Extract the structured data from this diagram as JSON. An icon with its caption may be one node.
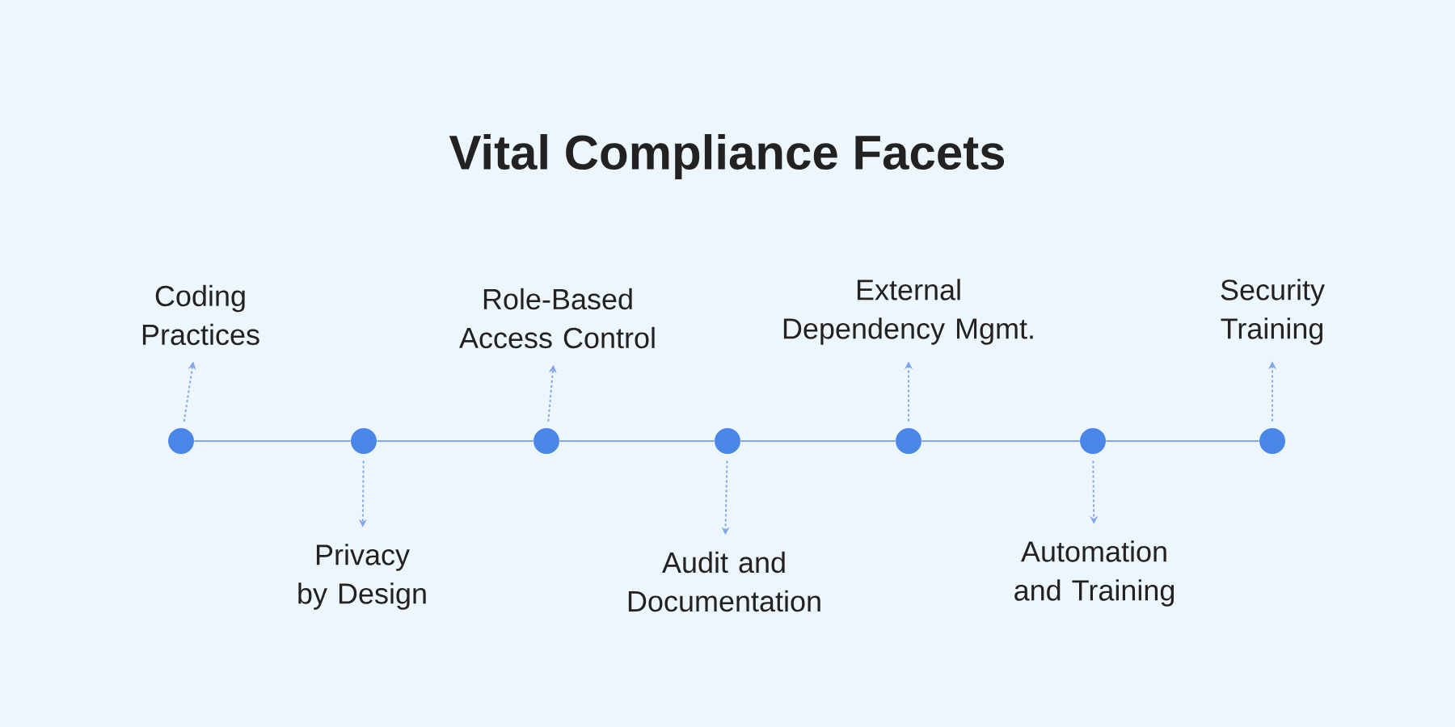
{
  "diagram": {
    "title": "Vital  Compliance Facets",
    "nodes": [
      {
        "text": [
          "Coding Practices"
        ]
      },
      {
        "text": [
          "Privacy by Design"
        ]
      },
      {
        "text": [
          "Role-Based Access Control"
        ]
      },
      {
        "text": [
          "Audit and Documentation"
        ]
      },
      {
        "text": [
          "External Dependency Mgmt."
        ]
      },
      {
        "text": [
          "Automation and Training"
        ]
      },
      {
        "text": [
          "Security Training"
        ]
      },
      {
        "text": [],
        "shape": "circle"
      },
      {
        "text": [],
        "shape": "circle"
      },
      {
        "text": [],
        "shape": "circle"
      },
      {
        "text": [],
        "shape": "circle"
      },
      {
        "text": [],
        "shape": "circle"
      },
      {
        "text": [],
        "shape": "circle"
      },
      {
        "text": [],
        "shape": "circle"
      }
    ],
    "edges": [
      {
        "from": 7,
        "to": 8,
        "arrow": "none"
      },
      {
        "from": 8,
        "to": 9,
        "arrow": "none"
      },
      {
        "from": 9,
        "to": 10,
        "arrow": "none"
      },
      {
        "from": 10,
        "to": 11,
        "arrow": "none"
      },
      {
        "from": 11,
        "to": 12,
        "arrow": "none"
      },
      {
        "from": 12,
        "to": 13,
        "arrow": "none"
      },
      {
        "from": 7,
        "to": 0,
        "arrow": "to",
        "style": "dashed"
      },
      {
        "from": 8,
        "to": 1,
        "arrow": "to",
        "style": "dashed"
      },
      {
        "from": 9,
        "to": 2,
        "arrow": "to",
        "style": "dashed"
      },
      {
        "from": 10,
        "to": 3,
        "arrow": "to",
        "style": "dashed"
      },
      {
        "from": 11,
        "to": 4,
        "arrow": "to",
        "style": "dashed"
      },
      {
        "from": 12,
        "to": 5,
        "arrow": "to",
        "style": "dashed"
      },
      {
        "from": 13,
        "to": 6,
        "arrow": "to",
        "style": "dashed"
      }
    ]
  }
}
